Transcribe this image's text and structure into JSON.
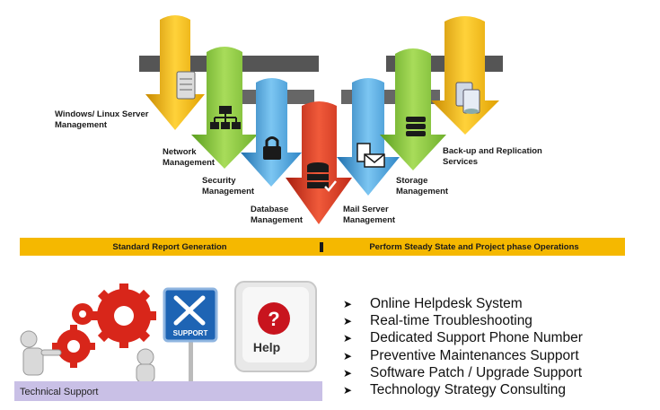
{
  "diagram": {
    "labels": {
      "windows_linux": "Windows/ Linux Server\nManagement",
      "network": "Network\nManagement",
      "security": "Security\nManagement",
      "database": "Database\nManagement",
      "mail": "Mail Server\nManagement",
      "storage": "Storage\nManagement",
      "backup": "Back-up and Replication\nServices"
    },
    "colors": {
      "yellow": "#f5b800",
      "green": "#8cc63f",
      "blue": "#4aa3df",
      "red": "#d9321f",
      "band": "#f5b800"
    }
  },
  "band": {
    "left": "Standard Report Generation",
    "right": "Perform Steady State and Project phase Operations"
  },
  "illustration": {
    "support_sign": "SUPPORT",
    "help_key": "Help",
    "question_mark": "?",
    "bar_label": "Technical Support"
  },
  "services": [
    "Online Helpdesk System",
    "Real-time Troubleshooting",
    "Dedicated Support Phone Number",
    "Preventive Maintenances Support",
    "Software Patch / Upgrade Support",
    "Technology Strategy Consulting"
  ]
}
